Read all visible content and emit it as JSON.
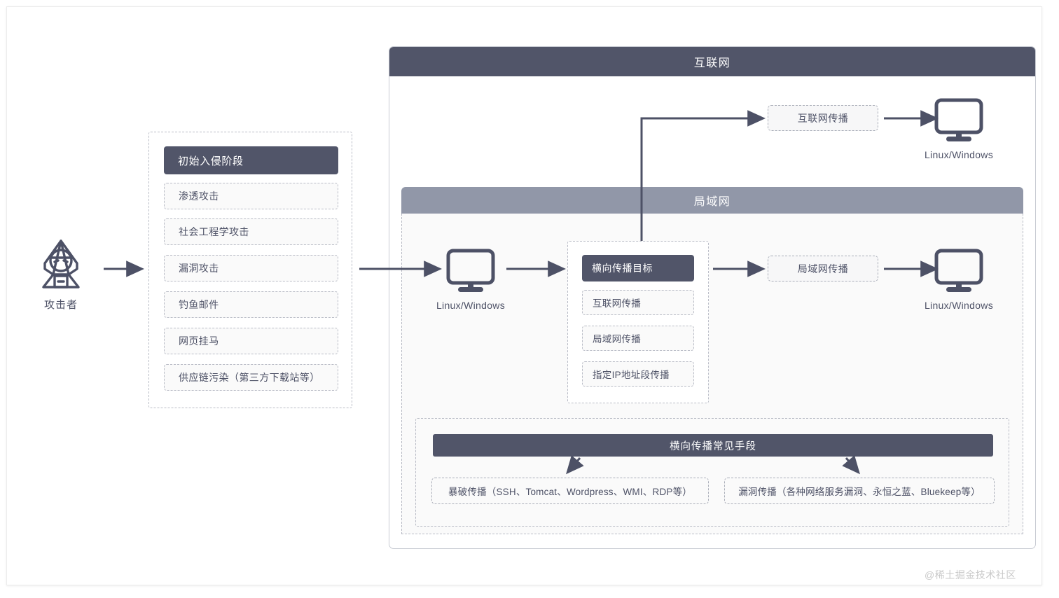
{
  "attacker": {
    "icon": "hacker-icon",
    "label": "攻击者"
  },
  "initial_intrusion": {
    "header": "初始入侵阶段",
    "items": [
      {
        "label": "渗透攻击"
      },
      {
        "label": "社会工程学攻击"
      },
      {
        "label": "漏洞攻击"
      },
      {
        "label": "钓鱼邮件"
      },
      {
        "label": "网页挂马"
      },
      {
        "label": "供应链污染（第三方下载站等）"
      }
    ]
  },
  "internet": {
    "title": "互联网",
    "spread_chip": "互联网传播",
    "host_label": "Linux/Windows"
  },
  "lan": {
    "title": "局域网",
    "entry_host_label": "Linux/Windows",
    "spread_chip": "局域网传播",
    "target_host_label": "Linux/Windows",
    "lateral_target": {
      "header": "横向传播目标",
      "items": [
        {
          "label": "互联网传播"
        },
        {
          "label": "局域网传播"
        },
        {
          "label": "指定IP地址段传播"
        }
      ]
    },
    "common_means": {
      "header": "横向传播常见手段",
      "boxes": [
        {
          "label": "暴破传播（SSH、Tomcat、Wordpress、WMI、RDP等）"
        },
        {
          "label": "漏洞传播（各种网络服务漏洞、永恒之蓝、Bluekeep等）"
        }
      ]
    }
  },
  "watermark": "@稀土掘金技术社区",
  "colors": {
    "dark_header": "#515569",
    "lan_header": "#9197a8",
    "arrow": "#4d5166",
    "dashed_border": "#b9bcc6",
    "panel_border": "#c8cbd3"
  }
}
